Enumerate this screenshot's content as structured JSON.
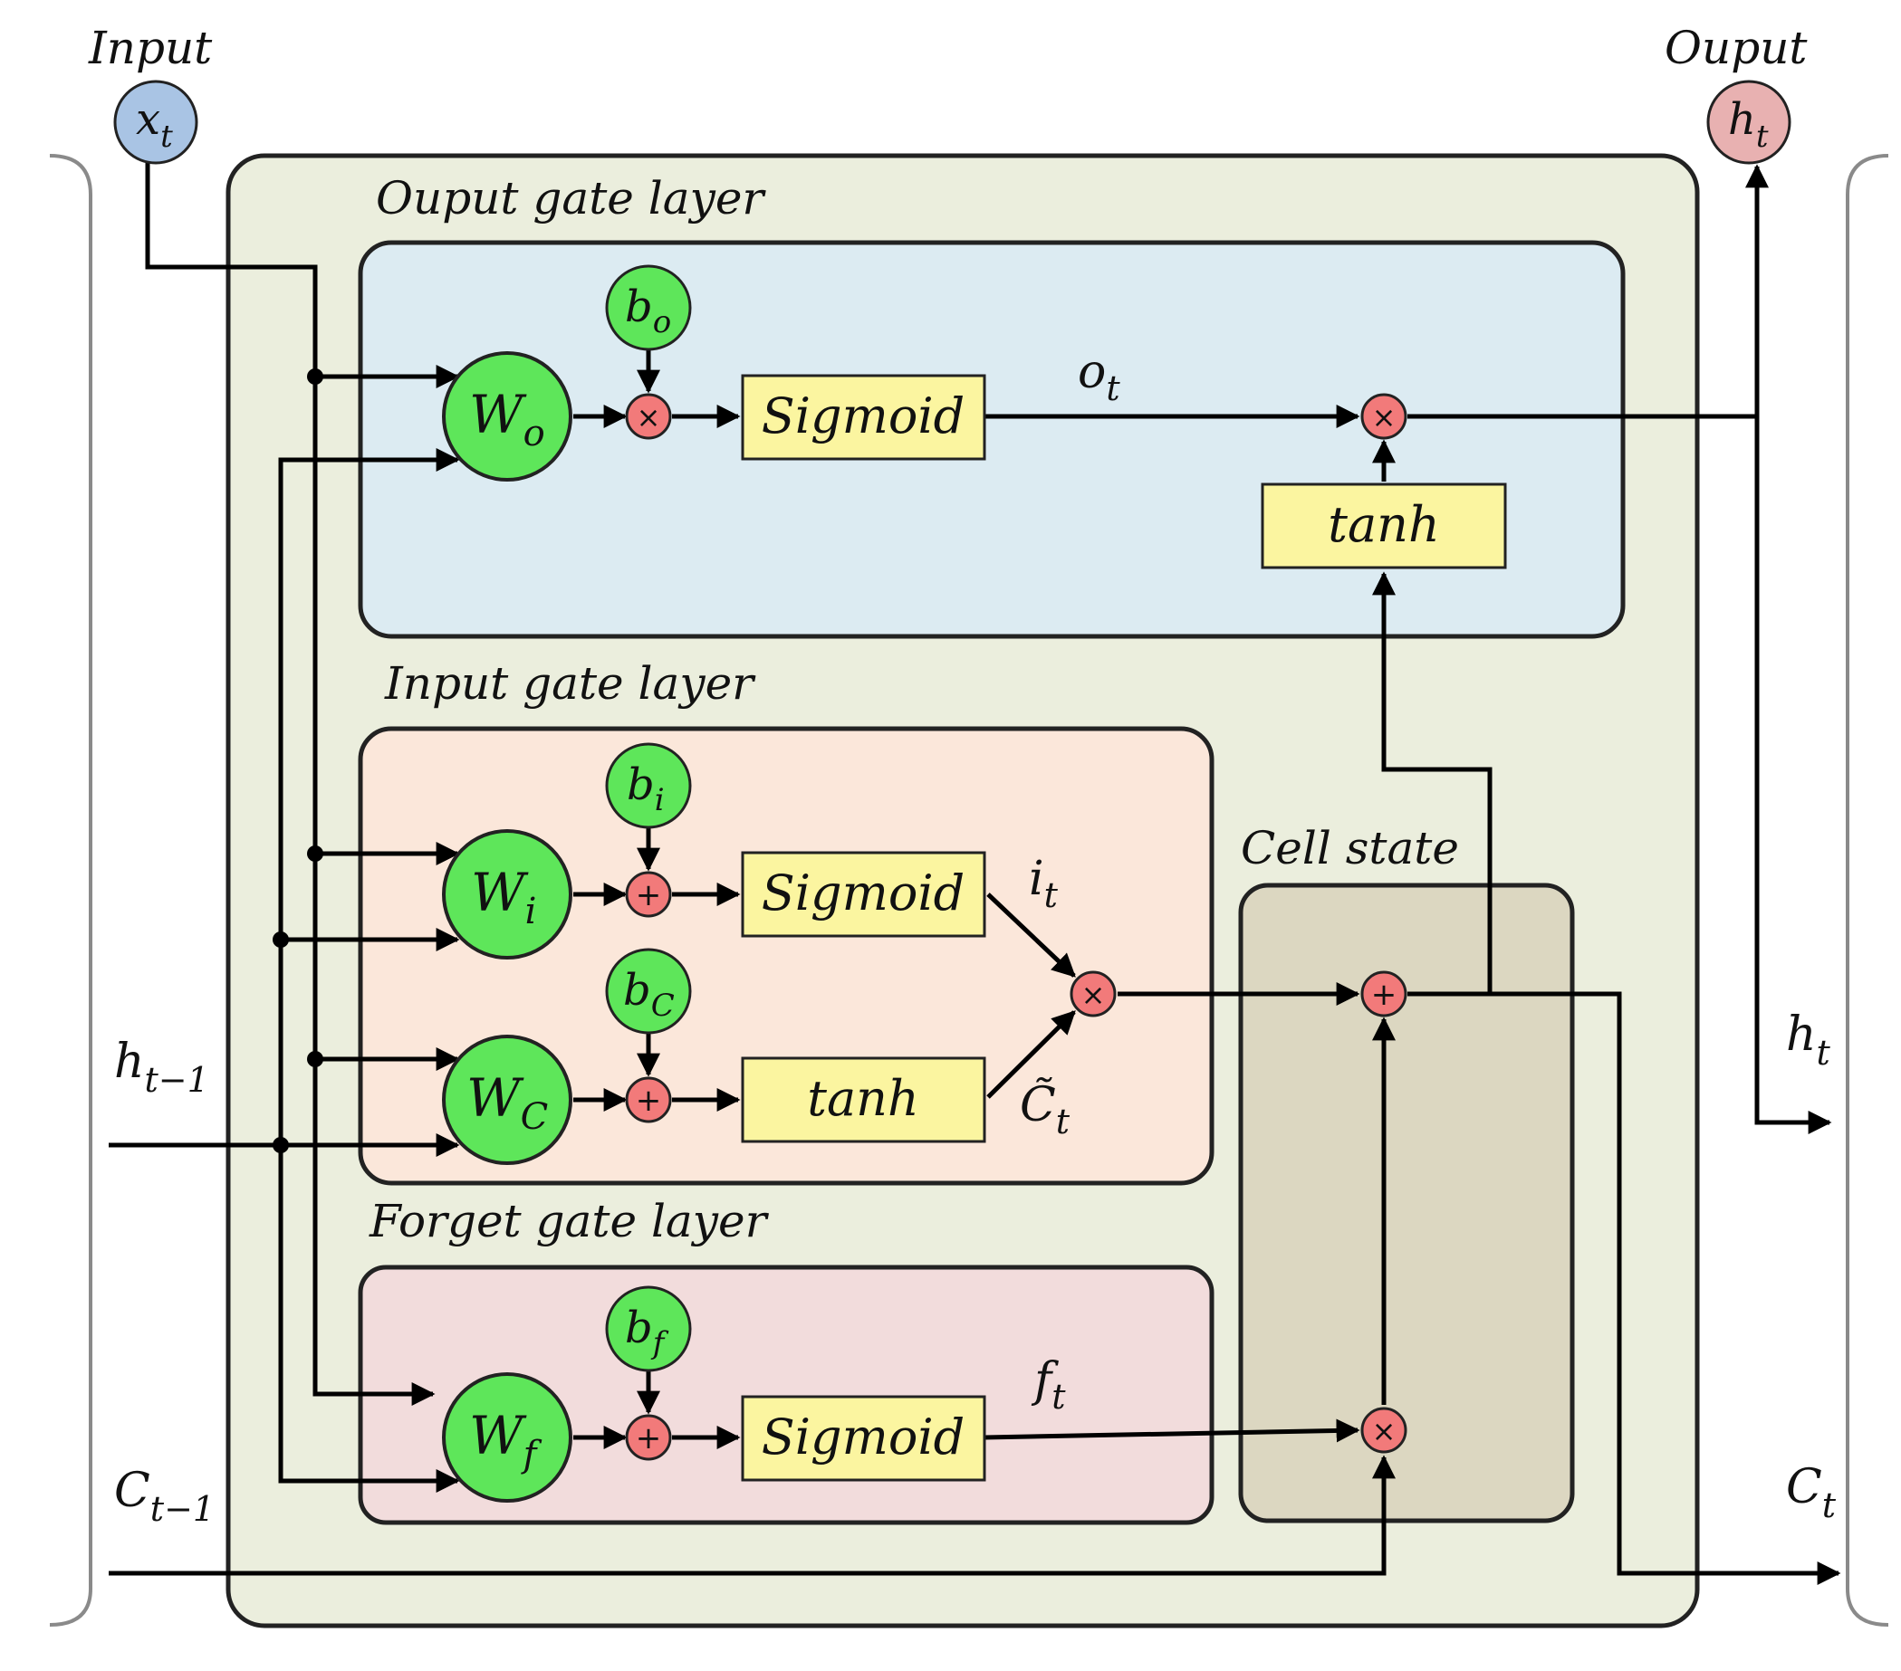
{
  "labels": {
    "input": "Input",
    "output": "Ouput",
    "x_t": "x",
    "x_t_sub": "t",
    "h_t_top": "h",
    "h_t_top_sub": "t",
    "h_prev": "h",
    "h_prev_sub": "t−1",
    "c_prev": "C",
    "c_prev_sub": "t−1",
    "h_t_right": "h",
    "h_t_right_sub": "t",
    "c_t_right": "C",
    "c_t_right_sub": "t",
    "o_t": "o",
    "o_t_sub": "t",
    "i_t": "i",
    "i_t_sub": "t",
    "c_tilde": "C̃",
    "c_tilde_sub": "t",
    "f_t": "f",
    "f_t_sub": "t"
  },
  "layers": {
    "output_gate": "Ouput gate layer",
    "input_gate": "Input gate layer",
    "forget_gate": "Forget gate layer",
    "cell_state": "Cell state"
  },
  "nodes": {
    "w_o": {
      "main": "W",
      "sub": "o"
    },
    "w_i": {
      "main": "W",
      "sub": "i"
    },
    "w_c": {
      "main": "W",
      "sub": "C"
    },
    "w_f": {
      "main": "W",
      "sub": "f"
    },
    "b_o": {
      "main": "b",
      "sub": "o"
    },
    "b_i": {
      "main": "b",
      "sub": "i"
    },
    "b_c": {
      "main": "b",
      "sub": "C"
    },
    "b_f": {
      "main": "b",
      "sub": "f"
    }
  },
  "boxes": {
    "sigmoid_o": "Sigmoid",
    "tanh_out": "tanh",
    "sigmoid_i": "Sigmoid",
    "tanh_c": "tanh",
    "sigmoid_f": "Sigmoid"
  },
  "operators": {
    "multiply": "×",
    "add": "+"
  },
  "colors": {
    "outer_cell": "#ebeedd",
    "output_gate_bg": "#dcebf2",
    "input_gate_bg": "#fbe7da",
    "forget_gate_bg": "#f2dcdc",
    "cell_state_bg": "#dcd7c1",
    "weight_node": "#5ee65a",
    "bias_node": "#5ee65a",
    "operator": "#f27a7a",
    "activation_box": "#fbf5a0",
    "input_node": "#a9c4e4",
    "output_node": "#e8b1b1"
  }
}
